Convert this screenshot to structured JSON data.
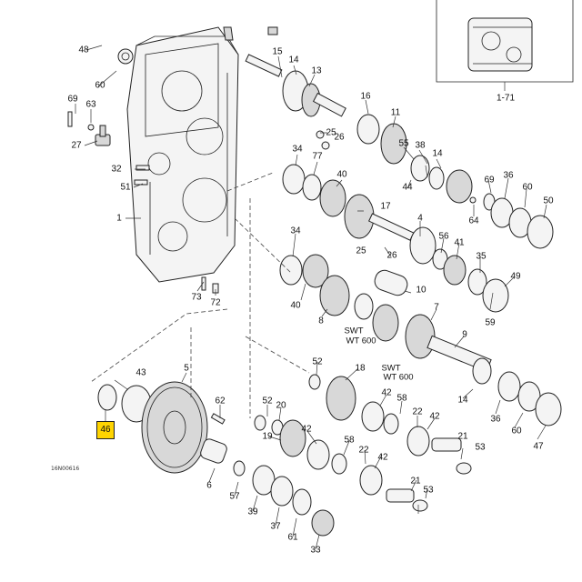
{
  "diagram": {
    "highlighted_part": "46",
    "drawing_code": "16N00616",
    "inset_label": "1-71",
    "variant_labels": [
      {
        "id": "swt1",
        "text": "SWT"
      },
      {
        "id": "wt1",
        "text": "WT 600"
      },
      {
        "id": "swt2",
        "text": "SWT"
      },
      {
        "id": "wt2",
        "text": "WT 600"
      }
    ],
    "callouts": [
      "48",
      "60",
      "69",
      "63",
      "27",
      "32",
      "51",
      "1",
      "73",
      "72",
      "15",
      "14",
      "13",
      "16",
      "11",
      "25",
      "26",
      "55",
      "38",
      "14b",
      "34",
      "77",
      "40",
      "17",
      "44",
      "69b",
      "36",
      "60b",
      "50",
      "64",
      "4",
      "34b",
      "25b",
      "26b",
      "56",
      "41",
      "35",
      "49",
      "10",
      "40b",
      "8",
      "7",
      "59",
      "9",
      "52",
      "18",
      "43",
      "5",
      "62",
      "52b",
      "20",
      "42",
      "58",
      "22",
      "42b",
      "14c",
      "36b",
      "60c",
      "47",
      "19",
      "42c",
      "58b",
      "22b",
      "21",
      "53",
      "42d",
      "6",
      "57",
      "39",
      "21b",
      "53b",
      "37",
      "61",
      "33"
    ]
  }
}
